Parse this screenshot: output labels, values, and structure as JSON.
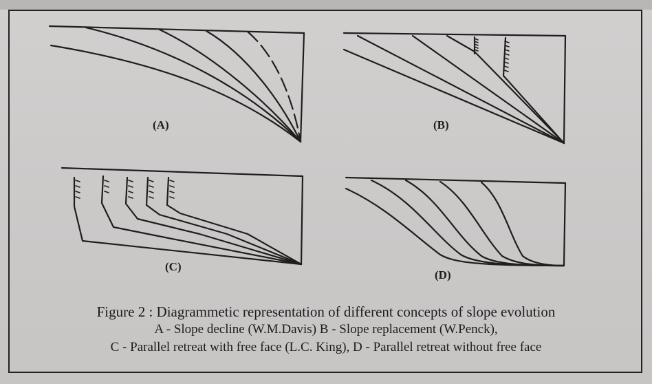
{
  "panels": [
    {
      "id": "A",
      "label": "(A)"
    },
    {
      "id": "B",
      "label": "(B)"
    },
    {
      "id": "C",
      "label": "(C)"
    },
    {
      "id": "D",
      "label": "(D)"
    }
  ],
  "caption": {
    "title": "Figure 2 : Diagrammetic representation of different concepts of slope evolution",
    "line2": "A - Slope decline (W.M.Davis) B - Slope replacement (W.Penck),",
    "line3": "C - Parallel retreat with free face (L.C. King), D - Parallel retreat without free face"
  },
  "colors": {
    "ink": "#1e1e1e",
    "paper": "#cfcdcc"
  }
}
